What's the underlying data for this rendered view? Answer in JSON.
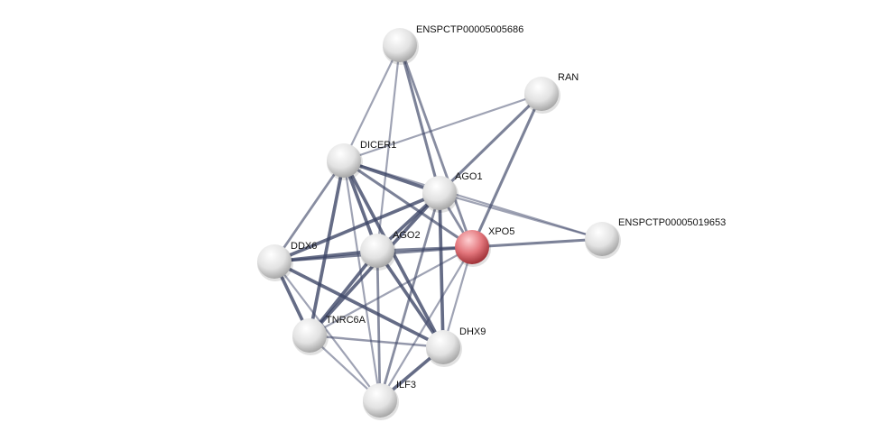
{
  "network": {
    "query_node": "XPO5",
    "colors": {
      "edge": "#3c4466",
      "node": "#e0e0e0",
      "query_node": "#e06a70"
    },
    "nodes": [
      {
        "id": "ENSPCTP00005005686"
      },
      {
        "id": "RAN"
      },
      {
        "id": "DICER1"
      },
      {
        "id": "AGO1"
      },
      {
        "id": "ENSPCTP00005019653"
      },
      {
        "id": "XPO5"
      },
      {
        "id": "AGO2"
      },
      {
        "id": "DDX6"
      },
      {
        "id": "TNRC6A"
      },
      {
        "id": "DHX9"
      },
      {
        "id": "ILF3"
      }
    ],
    "edges": [
      {
        "source": "ENSPCTP00005005686",
        "target": "DICER1",
        "confidence": 0.4
      },
      {
        "source": "ENSPCTP00005005686",
        "target": "AGO1",
        "confidence": 0.7
      },
      {
        "source": "ENSPCTP00005005686",
        "target": "AGO2",
        "confidence": 0.4
      },
      {
        "source": "ENSPCTP00005005686",
        "target": "XPO5",
        "confidence": 0.6
      },
      {
        "source": "RAN",
        "target": "DICER1",
        "confidence": 0.4
      },
      {
        "source": "RAN",
        "target": "AGO1",
        "confidence": 0.7
      },
      {
        "source": "RAN",
        "target": "XPO5",
        "confidence": 0.7
      },
      {
        "source": "DICER1",
        "target": "AGO1",
        "confidence": 0.9
      },
      {
        "source": "DICER1",
        "target": "AGO2",
        "confidence": 0.9
      },
      {
        "source": "DICER1",
        "target": "DDX6",
        "confidence": 0.6
      },
      {
        "source": "DICER1",
        "target": "TNRC6A",
        "confidence": 0.9
      },
      {
        "source": "DICER1",
        "target": "DHX9",
        "confidence": 0.9
      },
      {
        "source": "DICER1",
        "target": "XPO5",
        "confidence": 0.7
      },
      {
        "source": "DICER1",
        "target": "ILF3",
        "confidence": 0.4
      },
      {
        "source": "DICER1",
        "target": "ENSPCTP00005019653",
        "confidence": 0.4
      },
      {
        "source": "AGO1",
        "target": "AGO2",
        "confidence": 0.9
      },
      {
        "source": "AGO1",
        "target": "DDX6",
        "confidence": 0.9
      },
      {
        "source": "AGO1",
        "target": "TNRC6A",
        "confidence": 0.9
      },
      {
        "source": "AGO1",
        "target": "XPO5",
        "confidence": 0.6
      },
      {
        "source": "AGO1",
        "target": "DHX9",
        "confidence": 0.9
      },
      {
        "source": "AGO1",
        "target": "ILF3",
        "confidence": 0.6
      },
      {
        "source": "AGO1",
        "target": "ENSPCTP00005019653",
        "confidence": 0.4
      },
      {
        "source": "XPO5",
        "target": "ENSPCTP00005019653",
        "confidence": 0.7
      },
      {
        "source": "XPO5",
        "target": "DDX6",
        "confidence": 0.7
      },
      {
        "source": "XPO5",
        "target": "AGO2",
        "confidence": 0.7
      },
      {
        "source": "XPO5",
        "target": "TNRC6A",
        "confidence": 0.4
      },
      {
        "source": "XPO5",
        "target": "DHX9",
        "confidence": 0.4
      },
      {
        "source": "XPO5",
        "target": "ILF3",
        "confidence": 0.4
      },
      {
        "source": "AGO2",
        "target": "DDX6",
        "confidence": 0.9
      },
      {
        "source": "AGO2",
        "target": "TNRC6A",
        "confidence": 0.9
      },
      {
        "source": "AGO2",
        "target": "DHX9",
        "confidence": 0.9
      },
      {
        "source": "AGO2",
        "target": "ILF3",
        "confidence": 0.6
      },
      {
        "source": "DDX6",
        "target": "TNRC6A",
        "confidence": 0.9
      },
      {
        "source": "DDX6",
        "target": "DHX9",
        "confidence": 0.9
      },
      {
        "source": "DDX6",
        "target": "ILF3",
        "confidence": 0.4
      },
      {
        "source": "TNRC6A",
        "target": "DHX9",
        "confidence": 0.5
      },
      {
        "source": "TNRC6A",
        "target": "ILF3",
        "confidence": 0.4
      },
      {
        "source": "DHX9",
        "target": "ILF3",
        "confidence": 0.9
      }
    ]
  }
}
